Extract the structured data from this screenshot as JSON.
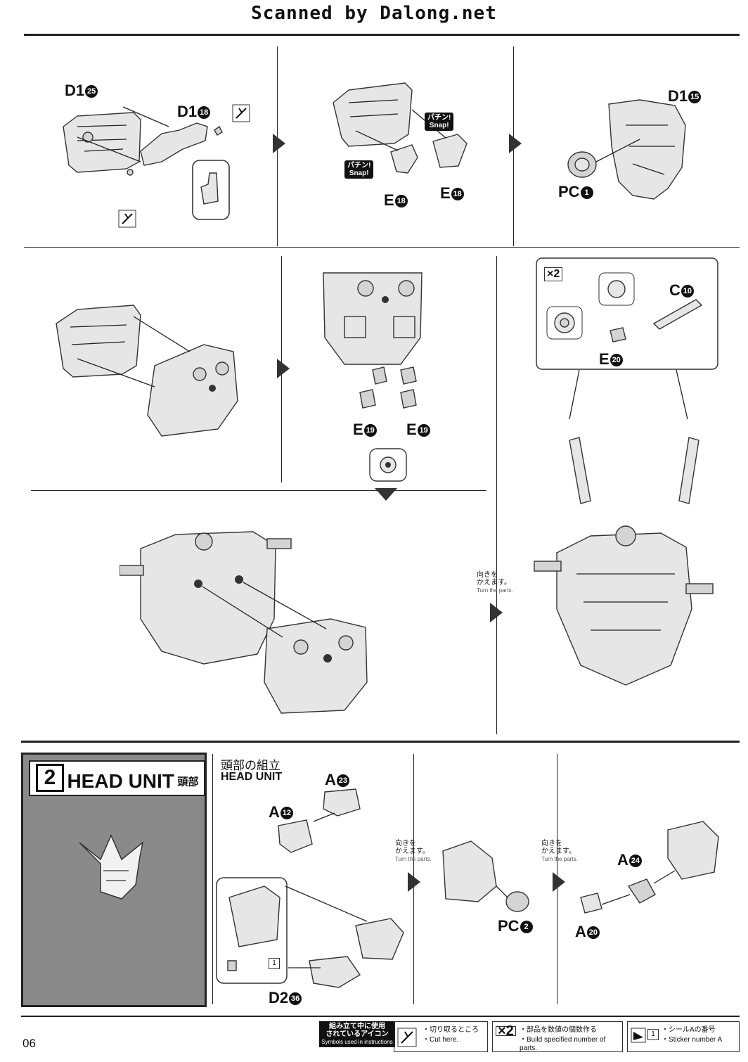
{
  "header": {
    "title": "Scanned by Dalong.net"
  },
  "page_number": "06",
  "labels": {
    "d1_25": "D1",
    "d1_25_n": "25",
    "d1_18": "D1",
    "d1_18_n": "18",
    "e18a": "E",
    "e18a_n": "18",
    "e18b": "E",
    "e18b_n": "18",
    "d1_15": "D1",
    "d1_15_n": "15",
    "pc1": "PC",
    "pc1_n": "1",
    "c10": "C",
    "c10_n": "10",
    "e20": "E",
    "e20_n": "20",
    "e19a": "E",
    "e19a_n": "19",
    "e19b": "E",
    "e19b_n": "19",
    "x2": "×2",
    "a23": "A",
    "a23_n": "23",
    "a12": "A",
    "a12_n": "12",
    "pc2": "PC",
    "pc2_n": "2",
    "a24": "A",
    "a24_n": "24",
    "a20": "A",
    "a20_n": "20",
    "d2_36": "D2",
    "d2_36_n": "36",
    "sticker_num": "1"
  },
  "snap": {
    "line1": "パチン!",
    "line2": "Snap!"
  },
  "turn_note": {
    "jp1": "向きを",
    "jp2": "かえます。",
    "en": "Turn the parts."
  },
  "step2": {
    "number": "2",
    "title_en": "HEAD UNIT",
    "title_jp": "頭部",
    "subtitle_jp": "頭部の組立",
    "subtitle_en": "HEAD UNIT"
  },
  "footer": {
    "legend_title_1": "組み立て中に使用",
    "legend_title_2": "されているアイコン",
    "legend_title_3": "Symbols used in instructions",
    "cut_jp": "・切り取るところ",
    "cut_en": "・Cut here.",
    "multi_icon": "×2",
    "multi_jp": "・部品を数値の個数作る",
    "multi_en": "・Build specified number of parts.",
    "sticker_icon_num": "1",
    "sticker_jp": "・シールAの番号",
    "sticker_en": "・Sticker number A"
  }
}
